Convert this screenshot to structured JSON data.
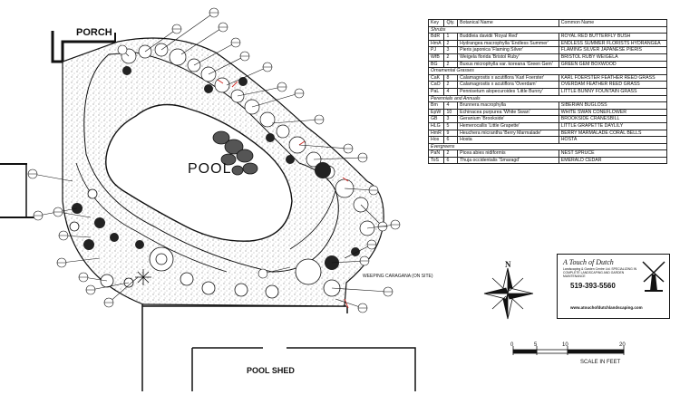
{
  "labels": {
    "porch": "PORCH",
    "pool": "POOL",
    "pool_shed": "POOL SHED",
    "weeping_caragana": "WEEPING CARAGANA (ON SITE)",
    "north": "N"
  },
  "legend": {
    "headers": [
      "Key",
      "Qty.",
      "Botanical Name",
      "Common Name"
    ],
    "sections": [
      {
        "name": "Shrubs",
        "rows": [
          [
            "BdR",
            "1",
            "Buddleia davidii 'Royal Red'",
            "ROYAL RED BUTTERFLY BUSH"
          ],
          [
            "HmA",
            "2",
            "Hydrangea macrophylla 'Endless Summer'",
            "ENDLESS SUMMER FLORISTS HYDRANGEA"
          ],
          [
            "PJ",
            "3",
            "Pieris japonica 'Flaming Silver'",
            "FLAMING SILVER JAPANESE PIERIS"
          ],
          [
            "WfB",
            "2",
            "Weigela florida 'Bristol Ruby'",
            "BRISTOL RUBY WEIGELA"
          ],
          [
            "BG",
            "2",
            "Buxus microphylla var. koreana 'Green Gem'",
            "GREEN GEM BOXWOOD"
          ]
        ]
      },
      {
        "name": "Ornamental Grasses",
        "rows": [
          [
            "CaK",
            "8",
            "Calamagrostis x acutiflora 'Karl Foerster'",
            "KARL FOERSTER FEATHER REED GRASS"
          ],
          [
            "CaO",
            "2",
            "Calamagrostis x acutiflora 'Overdam'",
            "OVERDAM FEATHER REED GRASS"
          ],
          [
            "PaL",
            "4",
            "Pennisetum alopecuroides 'Little Bunny'",
            "LITTLE BUNNY FOUNTAIN GRASS"
          ]
        ]
      },
      {
        "name": "Perennials and Annuals",
        "rows": [
          [
            "Bm",
            "4",
            "Brunnera macrophylla",
            "SIBERIAN BUGLOSS"
          ],
          [
            "EpW",
            "10",
            "Echinacea purpurea 'White Swan'",
            "WHITE SWAN CONEFLOWER"
          ],
          [
            "GB",
            "3",
            "Geranium 'Brookside'",
            "BROOKSIDE CRANESBILL"
          ],
          [
            "HLG",
            "5",
            "Hemerocallis 'Little Grapette'",
            "LITTLE GRAPETTE DAYLILY"
          ],
          [
            "HmR",
            "9",
            "Heuchera micrantha 'Berry Marmalade'",
            "BERRY MARMALADE CORAL BELLS"
          ],
          [
            "Hos",
            "6",
            "Hosta",
            "HOSTA"
          ]
        ]
      },
      {
        "name": "Evergreens",
        "rows": [
          [
            "PaN",
            "2",
            "Picea abies nidiformis",
            "NEST SPRUCE"
          ],
          [
            "ToS",
            "6",
            "Thuja occidentalis 'Smaragd'",
            "EMERALD CEDAR"
          ]
        ]
      }
    ]
  },
  "scale": {
    "ticks": [
      "0",
      "5",
      "10",
      "20"
    ],
    "caption": "SCALE IN FEET"
  },
  "company": {
    "name": "A Touch of Dutch",
    "tagline": "Landscaping & Garden Centre Ltd. SPECIALIZING IN COMPLETE LANDSCAPING AND GARDEN MAINTENANCE",
    "phone": "519-393-5560",
    "website": "www.atouchofdutchlandscaping.com"
  },
  "colors": {
    "line": "#111111",
    "accent": "#d2302b",
    "paving": "#e9e9e9"
  }
}
